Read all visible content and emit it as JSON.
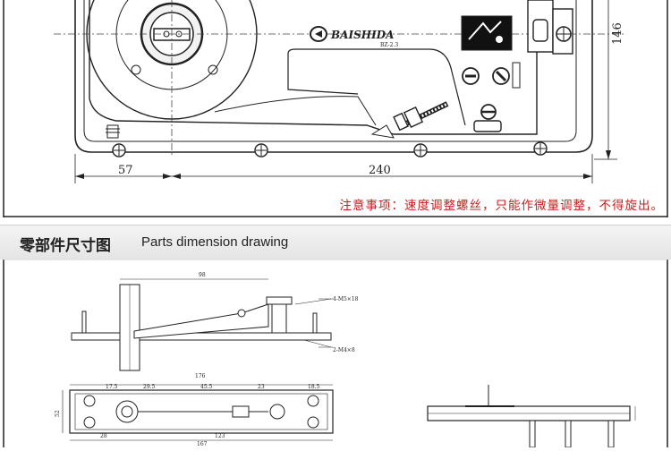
{
  "top_drawing": {
    "brand": "BAISHIDA",
    "model": "BZ-2.3",
    "dim_left": "57",
    "dim_main": "240",
    "dim_height": "146"
  },
  "notice": "注意事项：速度调整螺丝，只能作微量调整，不得旋出。",
  "section": {
    "title_cn": "零部件尺寸图",
    "title_en": "Parts dimension drawing"
  },
  "side_view": {
    "dim_top": "98",
    "label_screw_top": "4-M5×18",
    "label_screw_bottom": "2-M4×8"
  },
  "plan_view": {
    "dim_overall": "176",
    "dim_segments": [
      "17.5",
      "29.5",
      "45.5",
      "23",
      "18.5"
    ],
    "dim_height": "52",
    "dim_bottom_left": "28",
    "dim_bottom_mid": "123",
    "dim_bottom_total": "167"
  },
  "colors": {
    "notice": "#c81e1e",
    "line": "#222222",
    "bar_bg": "#e9e9e9"
  }
}
